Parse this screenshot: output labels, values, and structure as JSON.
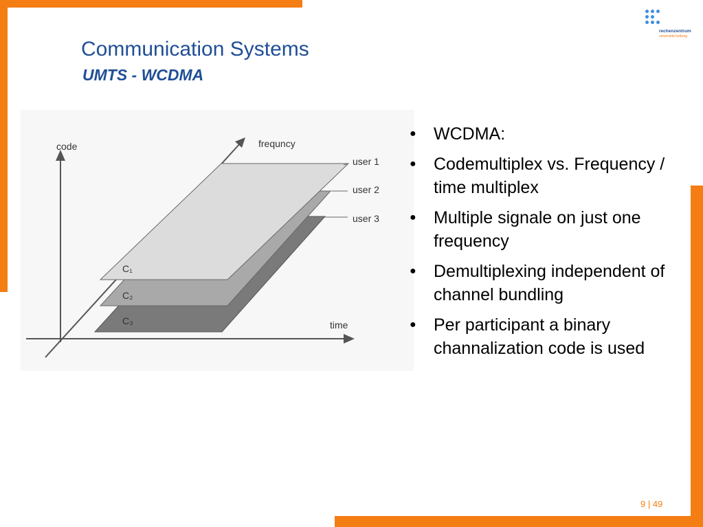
{
  "slide": {
    "title": "Communication Systems",
    "subtitle": "UMTS - WCDMA",
    "page_number": "9 | 49"
  },
  "logo": {
    "name": "rechenzentrum",
    "subtitle": "universität freiburg",
    "mark": "rz"
  },
  "figure": {
    "axis_code": "code",
    "axis_frequency": "frequncy",
    "axis_time": "time",
    "users": [
      "user 1",
      "user 2",
      "user 3"
    ],
    "codes": [
      "C₁",
      "C₂",
      "C₃"
    ]
  },
  "bullets": [
    "WCDMA:",
    "Codemultiplex vs. Frequency / time multiplex",
    "Multiple signale on just one frequency",
    "Demultiplexing independent of  channel bundling",
    "Per participant a binary channalization code is used"
  ],
  "colors": {
    "accent": "#f47d14",
    "title": "#1f4e96",
    "plane_top": "#d9d9d9",
    "plane_mid": "#a9a9a9",
    "plane_bottom": "#7a7a7a"
  }
}
